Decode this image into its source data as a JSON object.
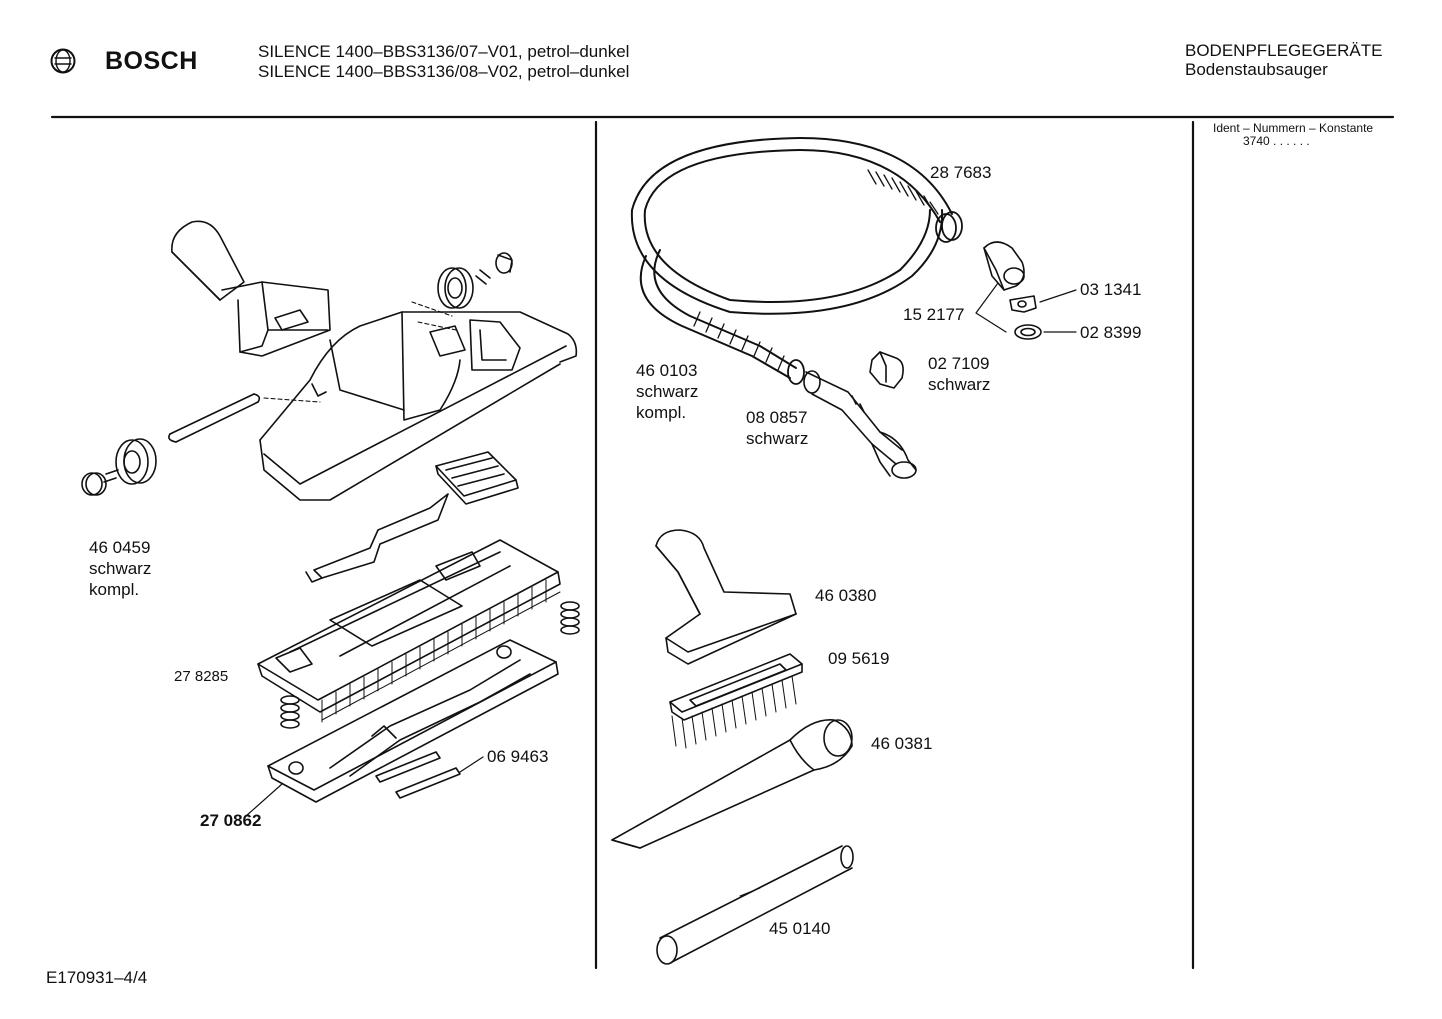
{
  "header": {
    "brand": "BOSCH",
    "model_line_1": "SILENCE 1400–BBS3136/07–V01, petrol–dunkel",
    "model_line_2": "SILENCE 1400–BBS3136/08–V02, petrol–dunkel",
    "category": "BODENPFLEGEGERÄTE",
    "subcategory": "Bodenstaubsauger"
  },
  "ident": {
    "title": "Ident – Nummern – Konstante",
    "value": "3740  . .   . . . ."
  },
  "parts_left": {
    "p460459_num": "46 0459",
    "p460459_c1": "schwarz",
    "p460459_c2": "kompl.",
    "p278285": "27 8285",
    "p069463": "06 9463",
    "p270862": "27 0862"
  },
  "parts_right": {
    "p287683": "28 7683",
    "p031341": "03 1341",
    "p152177": "15 2177",
    "p028399": "02 8399",
    "p027109_num": "02 7109",
    "p027109_c": "schwarz",
    "p460103_num": "46 0103",
    "p460103_c1": "schwarz",
    "p460103_c2": "kompl.",
    "p080857_num": "08 0857",
    "p080857_c": "schwarz",
    "p460380": "46 0380",
    "p095619": "09 5619",
    "p460381": "46 0381",
    "p450140": "45 0140"
  },
  "footer": {
    "doc_code": "E170931–4/4"
  }
}
